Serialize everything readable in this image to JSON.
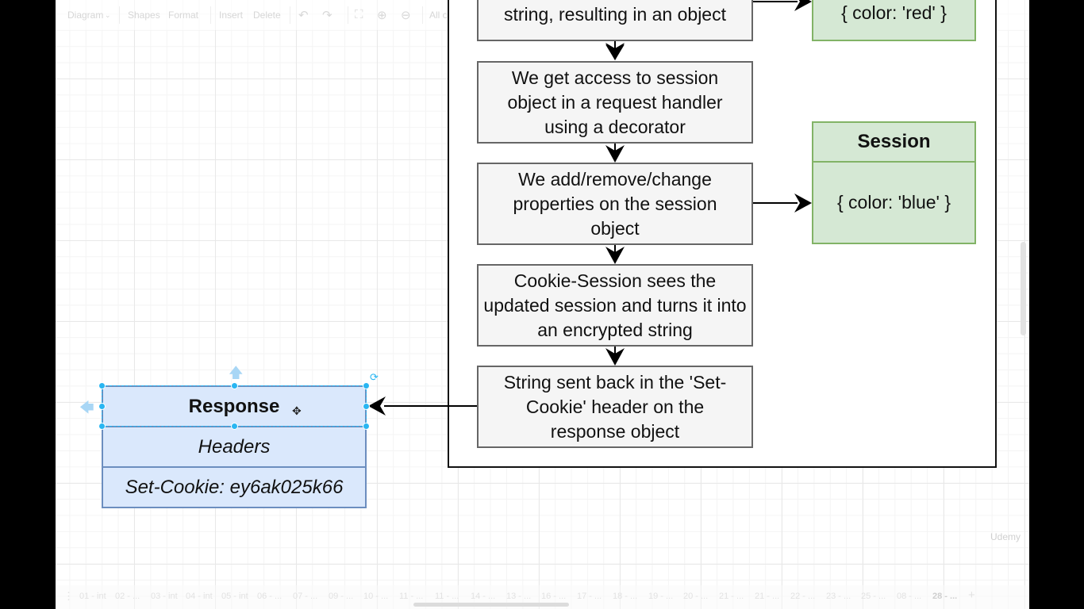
{
  "toolbar": {
    "diagram_menu": "Diagram",
    "shapes": "Shapes",
    "format": "Format",
    "insert": "Insert",
    "delete": "Delete",
    "status": "All changes saved"
  },
  "flow": {
    "step_top": "string, resulting in an object",
    "step_access": "We get access to session object in a request handler using a decorator",
    "step_change": "We add/remove/change properties on the session object",
    "step_encrypt": "Cookie-Session sees the updated session and turns it into an encrypted string",
    "step_send": "String sent back in the 'Set-Cookie' header on the response object"
  },
  "session_top": {
    "body": "{  color: 'red'  }"
  },
  "session_blue": {
    "title": "Session",
    "body": "{  color: 'blue'  }"
  },
  "response": {
    "title": "Response",
    "headers": "Headers",
    "cookie": "Set-Cookie: ey6ak025k66"
  },
  "pages": [
    "01 - int",
    "02 - ...",
    "03 - int",
    "04 - int",
    "05 - int",
    "06 - ...",
    "07 - ...",
    "09 - ...",
    "10 - ...",
    "11 - ...",
    "11 - ...",
    "14 - ...",
    "13 - ...",
    "16 - ...",
    "17 - ...",
    "18 - ...",
    "19 - ...",
    "20 - ...",
    "21 - ...",
    "21 - ...",
    "22 - ...",
    "23 - ...",
    "25 - ...",
    "08 - ...",
    "28 - ..."
  ],
  "watermark": "Udemy",
  "colors": {
    "process_fill": "#f5f5f5",
    "process_stroke": "#666666",
    "session_fill": "#d5e8d4",
    "session_stroke": "#82b366",
    "response_fill": "#dae8fc",
    "response_stroke": "#6c8ebf",
    "selection": "#29b6f2"
  }
}
